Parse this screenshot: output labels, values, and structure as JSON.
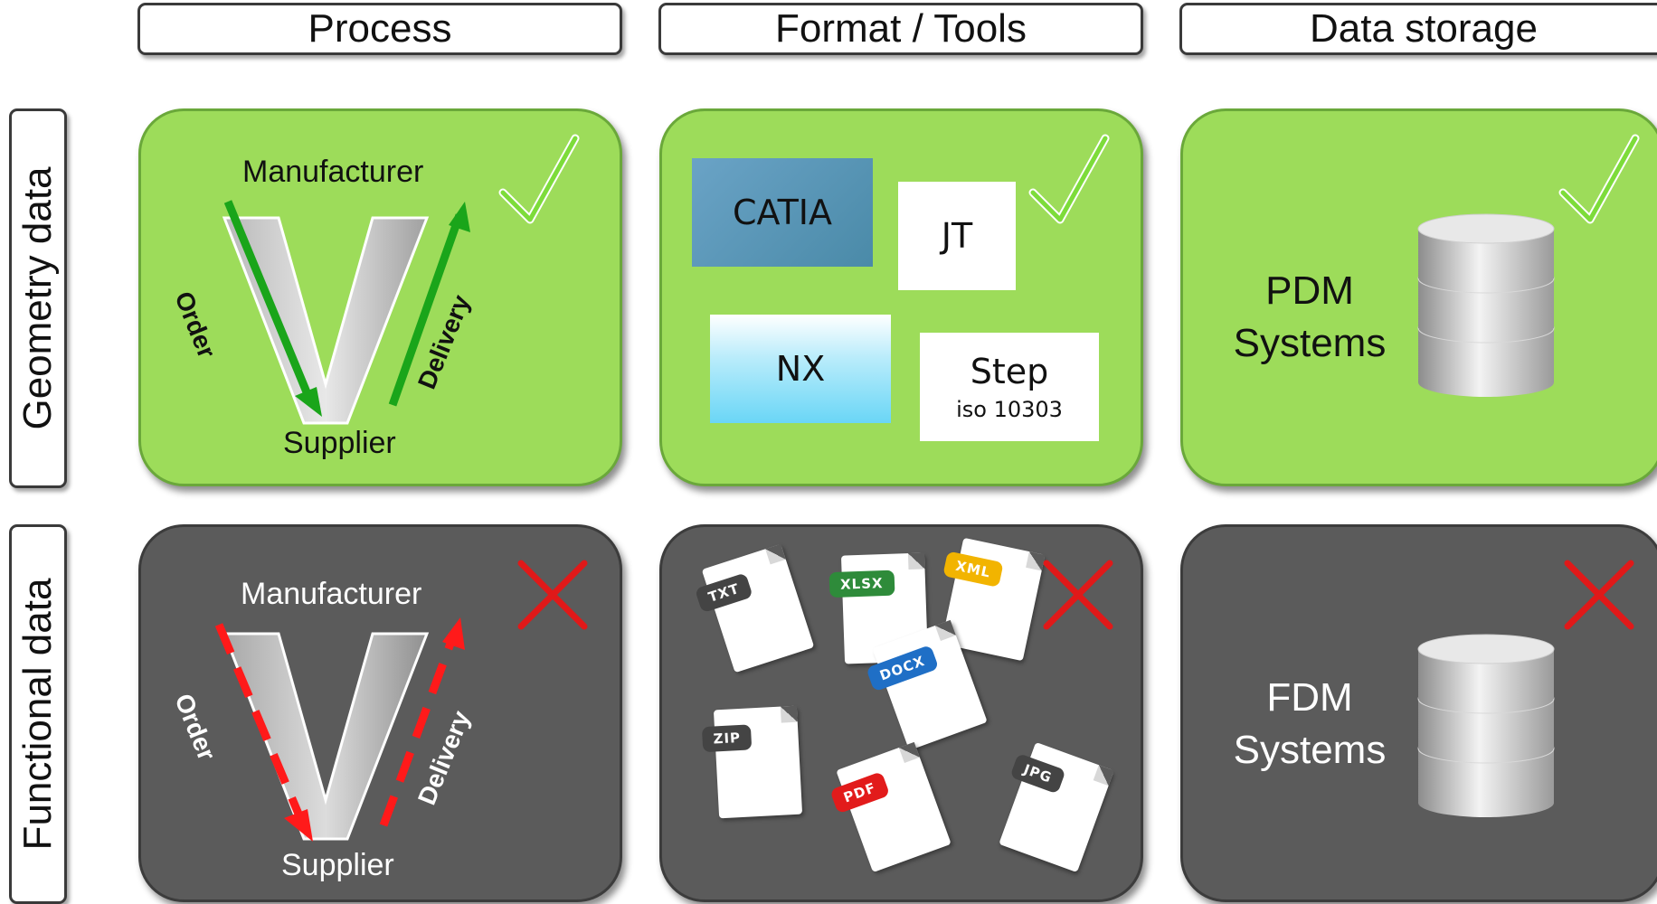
{
  "headers": [
    "Process",
    "Format / Tools",
    "Data storage"
  ],
  "rows": [
    "Geometry data",
    "Functional data"
  ],
  "process": {
    "top": "Manufacturer",
    "bottom": "Supplier",
    "left_arrow": "Order",
    "right_arrow": "Delivery"
  },
  "geometry_tools": [
    {
      "label": "CATIA",
      "sub": ""
    },
    {
      "label": "JT",
      "sub": ""
    },
    {
      "label": "NX",
      "sub": ""
    },
    {
      "label": "Step",
      "sub": "iso 10303"
    }
  ],
  "geometry_storage": {
    "line1": "PDM",
    "line2": "Systems"
  },
  "functional_storage": {
    "line1": "FDM",
    "line2": "Systems"
  },
  "file_types": [
    {
      "label": "TXT",
      "color": "#444444"
    },
    {
      "label": "XLSX",
      "color": "#2e8b3a"
    },
    {
      "label": "XML",
      "color": "#f2b400"
    },
    {
      "label": "DOCX",
      "color": "#1f6fc6"
    },
    {
      "label": "ZIP",
      "color": "#444444"
    },
    {
      "label": "PDF",
      "color": "#e21b1b"
    },
    {
      "label": "JPG",
      "color": "#444444"
    }
  ],
  "status": {
    "geometry": "check",
    "functional": "cross"
  },
  "colors": {
    "green_panel": "#9ddc5a",
    "dark_panel": "#5b5b5b",
    "check": "#7ddc3a",
    "cross": "#e01919",
    "arrow_green": "#1aa51a",
    "arrow_red": "#ff1a1a"
  }
}
